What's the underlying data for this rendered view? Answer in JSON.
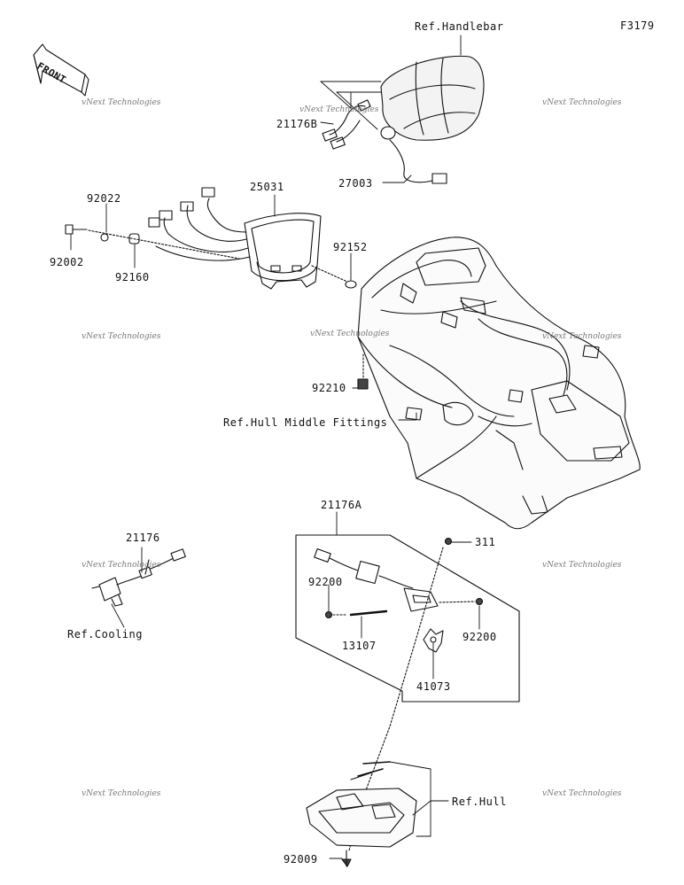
{
  "figure_code": "F3179",
  "front_label": "FRONT",
  "watermark_text": "vNext Technologies",
  "references": {
    "handlebar": "Ref.Handlebar",
    "hull_middle_fittings": "Ref.Hull Middle Fittings",
    "cooling": "Ref.Cooling",
    "hull": "Ref.Hull"
  },
  "parts": {
    "p21176b": "21176B",
    "p27003": "27003",
    "p25031": "25031",
    "p92022": "92022",
    "p92002": "92002",
    "p92160": "92160",
    "p92152": "92152",
    "p92210": "92210",
    "p21176a": "21176A",
    "p21176": "21176",
    "p311": "311",
    "p92200_left": "92200",
    "p92200_right": "92200",
    "p13107": "13107",
    "p41073": "41073",
    "p92009": "92009"
  }
}
